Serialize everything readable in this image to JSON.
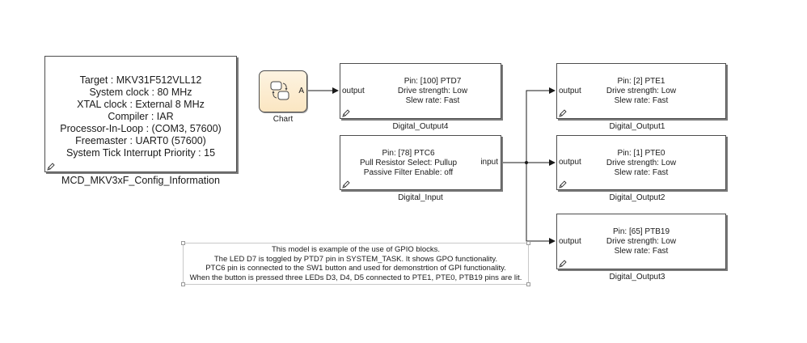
{
  "config_block": {
    "name": "MCD_MKV3xF_Config_Information",
    "lines": [
      "Target : MKV31F512VLL12",
      "System clock : 80 MHz",
      "XTAL clock : External 8 MHz",
      "Compiler : IAR",
      "Processor-In-Loop : (COM3, 57600)",
      "Freemaster : UART0 (57600)",
      "System Tick Interrupt Priority : 15"
    ]
  },
  "chart_block": {
    "name": "Chart",
    "output_port": "A",
    "icon": "stateflow-chart-icon"
  },
  "digital_output4": {
    "name": "Digital_Output4",
    "port": "output",
    "lines": [
      "Pin: [100] PTD7",
      "Drive strength: Low",
      "Slew rate: Fast"
    ]
  },
  "digital_input": {
    "name": "Digital_Input",
    "port": "input",
    "lines": [
      "Pin: [78] PTC6",
      "Pull Resistor Select: Pullup",
      "Passive Filter Enable: off"
    ]
  },
  "digital_output1": {
    "name": "Digital_Output1",
    "port": "output",
    "lines": [
      "Pin: [2] PTE1",
      "Drive strength: Low",
      "Slew rate: Fast"
    ]
  },
  "digital_output2": {
    "name": "Digital_Output2",
    "port": "output",
    "lines": [
      "Pin: [1] PTE0",
      "Drive strength: Low",
      "Slew rate: Fast"
    ]
  },
  "digital_output3": {
    "name": "Digital_Output3",
    "port": "output",
    "lines": [
      "Pin: [65] PTB19",
      "Drive strength: Low",
      "Slew rate: Fast"
    ]
  },
  "annotation": {
    "lines": [
      "This model is example of the use of GPIO blocks.",
      "The LED D7 is toggled by PTD7 pin in SYSTEM_TASK. It shows GPO functionality.",
      "PTC6 pin is connected to the SW1 button and used for demonstrtion of GPI functionality.",
      "When the button is pressed three LEDs D3, D4, D5 connected to PTE1, PTE0, PTB19 pins are lit."
    ]
  },
  "colors": {
    "line": "#1a1a1a",
    "block_border": "#4d4d4d",
    "chart_fill_top": "#fdf3e1",
    "chart_fill_bottom": "#fbe6c2"
  }
}
